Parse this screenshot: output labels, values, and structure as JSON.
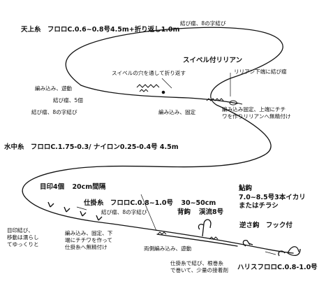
{
  "tenjo": {
    "title": "天上糸",
    "spec": "フロロC.0.6~0.8号4.5m+折り返し1.0m",
    "knot_top": "結び瘤、8の字結び"
  },
  "swivel": {
    "title": "スイベル付リリアン",
    "through": "スイベルの穴を通して折り返す",
    "lilian_knot": "リリアン下端に結び瘤"
  },
  "upper_knots": {
    "braid": "編み込み、遊動",
    "five": "結び瘤、5個",
    "eight": "結び瘤、8の字結び",
    "braid_fixed": "編み込み、固定",
    "braid_fixed_end": "編み込み固定、上端にチチ\nワを作りリリアンへ無精付け"
  },
  "suichu": {
    "title": "水中糸",
    "spec": "フロロC.1.75-0.3/ ナイロン0.25-0.4号 4.5m"
  },
  "marker": {
    "title": "目印4個",
    "spacing": "20cm間隔",
    "note": "目印結び、\n移動は濡らし\nてゆっくりと"
  },
  "shikake": {
    "title": "仕掛糸",
    "spec": "フロロC.0.8~1.0号",
    "length": "30~50cm",
    "knot": "結び瘤、8の字結び",
    "braid_note": "編み込み、固定、下\n端にチチワを作って\n仕掛糸へ無精付け",
    "both_ends": "両側編み込み、遊動",
    "bind_note": "仕掛糸で結び、根巻糸\nで巻いて、少量の接着剤"
  },
  "hooks": {
    "seobari": "背鈎",
    "keiryu": "渓流8号",
    "sakabari": "逆さ鈎",
    "hook_attached": "フック付",
    "ayu": "鮎鈎",
    "ayu_spec": "7.0~8.5号3本イカリ",
    "ayu_alt": "またはチラシ",
    "harisu": "ハリスフロロC.0.8-1.0号"
  }
}
